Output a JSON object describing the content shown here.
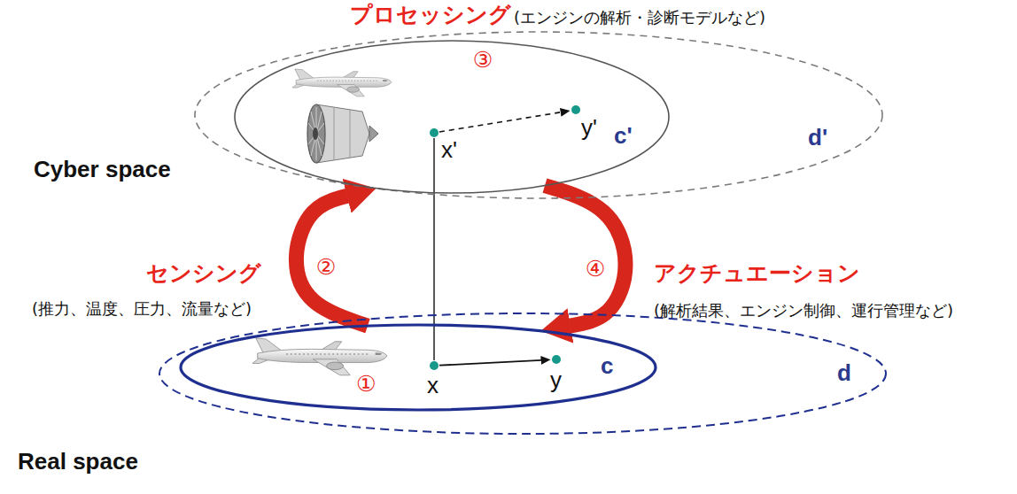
{
  "diagram": {
    "nodes": [
      {
        "text": [
          "d'"
        ]
      },
      {
        "text": [
          "c'"
        ],
        "in": 0
      },
      {
        "text": [
          "x'"
        ],
        "in": 1
      },
      {
        "text": [
          "y'"
        ],
        "in": 1
      },
      {
        "text": [
          "d"
        ]
      },
      {
        "text": [
          "c"
        ],
        "in": 4
      },
      {
        "text": [
          "x"
        ],
        "in": 5
      },
      {
        "text": [
          "y"
        ],
        "in": 5
      }
    ],
    "edges": [
      {
        "from": 2,
        "to": 3,
        "arrow": "to",
        "label": "③"
      },
      {
        "from": 6,
        "to": 7,
        "arrow": "to"
      },
      {
        "from": 6,
        "to": 2,
        "arrow": "none"
      },
      {
        "from": 5,
        "to": 1,
        "arrow": "to",
        "label": "②"
      },
      {
        "from": 1,
        "to": 5,
        "arrow": "to",
        "label": "④"
      }
    ],
    "labels": [
      "プロセッシング",
      "(エンジンの解析・診断モデルなど)",
      "Cyber space",
      "センシング",
      "(推力、温度、圧力、流量など)",
      "アクチュエーション",
      "(解析結果、エンジン制御、運行管理など)",
      "①",
      "Real space"
    ]
  }
}
